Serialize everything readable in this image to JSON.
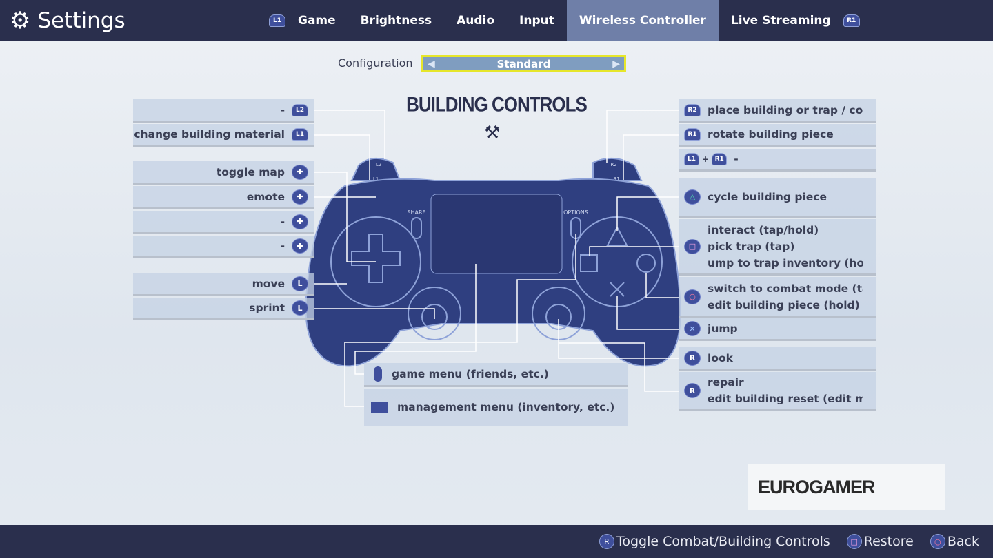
{
  "header": {
    "title": "Settings",
    "tab_prev_badge": "L1",
    "tab_next_badge": "R1",
    "tabs": [
      {
        "label": "Game"
      },
      {
        "label": "Brightness"
      },
      {
        "label": "Audio"
      },
      {
        "label": "Input"
      },
      {
        "label": "Wireless Controller",
        "active": true
      },
      {
        "label": "Live Streaming"
      }
    ]
  },
  "config": {
    "label": "Configuration",
    "value": "Standard"
  },
  "heading": "BUILDING CONTROLS",
  "controller_labels": {
    "share": "SHARE",
    "options": "OPTIONS",
    "l2": "L2",
    "l1": "L1",
    "r2": "R2",
    "r1": "R1"
  },
  "left": [
    {
      "button": "L2",
      "action": "-"
    },
    {
      "button": "L1",
      "action": "change building material"
    },
    {
      "button": "dpad-up",
      "action": "toggle map"
    },
    {
      "button": "dpad-right",
      "action": "emote"
    },
    {
      "button": "dpad-down",
      "action": "-"
    },
    {
      "button": "dpad-left",
      "action": "-"
    },
    {
      "button": "L",
      "action": "move"
    },
    {
      "button": "L",
      "action": "sprint"
    }
  ],
  "right": [
    {
      "button": "R2",
      "lines": [
        "place building or trap / confi"
      ]
    },
    {
      "button": "R1",
      "lines": [
        "rotate building piece"
      ]
    },
    {
      "button": "L1 + R1",
      "b1": "L1",
      "plus": "+",
      "b2": "R1",
      "lines": [
        "-"
      ]
    },
    {
      "button": "triangle",
      "lines": [
        "cycle building piece"
      ]
    },
    {
      "button": "square",
      "lines": [
        "interact (tap/hold)",
        "pick trap (tap)",
        "ump to trap inventory (hold)"
      ]
    },
    {
      "button": "circle",
      "lines": [
        "switch to combat mode (tap)",
        "edit building piece (hold)"
      ]
    },
    {
      "button": "cross",
      "lines": [
        "jump"
      ]
    },
    {
      "button": "R",
      "lines": [
        "look"
      ]
    },
    {
      "button": "R",
      "lines": [
        "repair",
        "edit building reset (edit mod"
      ]
    }
  ],
  "bottom": [
    {
      "button": "options",
      "action": "game menu (friends, etc.)"
    },
    {
      "button": "touchpad",
      "action": "management menu (inventory, etc.)"
    }
  ],
  "logo": "EUROGAMER",
  "footer": [
    {
      "icon": "R",
      "label": "Toggle Combat/Building Controls"
    },
    {
      "icon": "square",
      "label": "Restore"
    },
    {
      "icon": "circle",
      "label": "Back"
    }
  ],
  "colors": {
    "topbar": "#2a2f4d",
    "active_tab": "#6f7fa8",
    "config_border": "#e6e62a",
    "controller": "#2f3f80"
  }
}
